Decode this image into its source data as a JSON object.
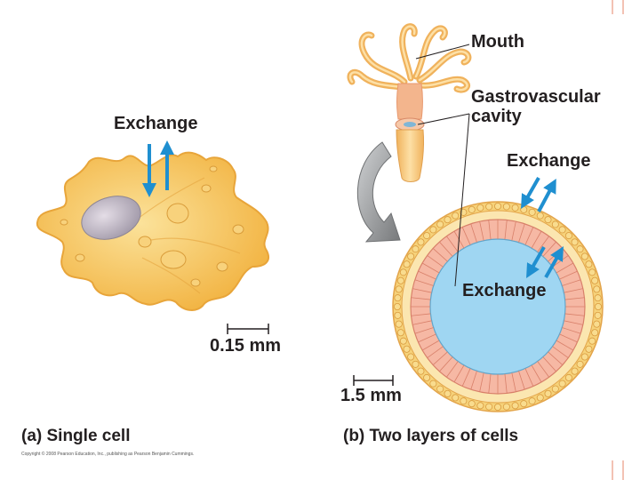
{
  "labels": {
    "exchange_single": "Exchange",
    "mouth": "Mouth",
    "gastrovascular_line1": "Gastrovascular",
    "gastrovascular_line2": "cavity",
    "exchange_outer": "Exchange",
    "exchange_inner": "Exchange",
    "scale_single": "0.15 mm",
    "scale_hydra": "1.5 mm",
    "caption_a": "(a) Single cell",
    "caption_b": "(b) Two layers of cells",
    "copyright": "Copyright © 2008 Pearson Education, Inc., publishing as Pearson Benjamin Cummings."
  },
  "colors": {
    "cell_fill": "#f7c65a",
    "cell_edge": "#e9a93a",
    "nucleus": "#c8c0cc",
    "arrow_blue": "#1f8fd0",
    "cavity_blue": "#9fd6f2",
    "hydra_body": "#f6c77a",
    "inner_layer": "#f2a38f",
    "curved_arrow": "#8a8c8e",
    "frame_accent": "#f3c2b4"
  },
  "icons": [
    "amoeba-cell-illustration",
    "hydra-illustration",
    "hydra-cross-section-illustration"
  ]
}
